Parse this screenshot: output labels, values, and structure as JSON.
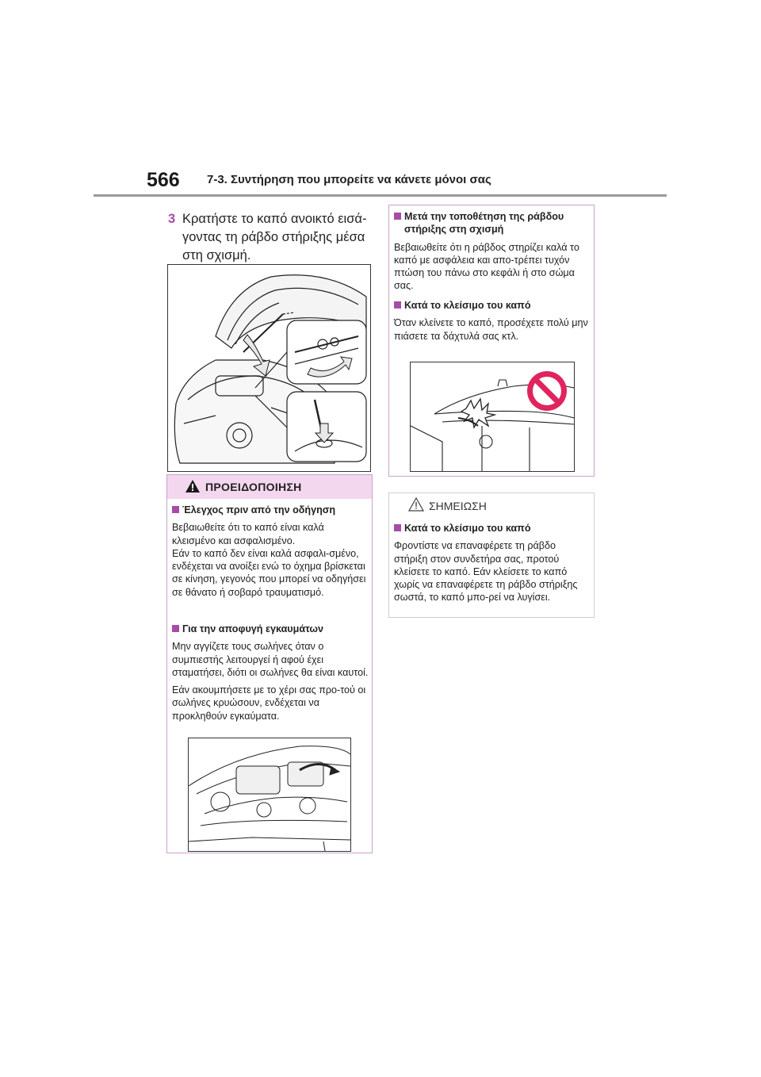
{
  "header": {
    "page_number": "566",
    "section_title": "7-3. Συντήρηση που μπορείτε να κάνετε μόνοι σας"
  },
  "step": {
    "number": "3",
    "text": "Κρατήστε το καπό ανοικτό εισά-γοντας τη ράβδο στήριξης μέσα στη σχισμή."
  },
  "warning": {
    "title": "ΠΡΟΕΙΔΟΠΟΙΗΣΗ",
    "sections": [
      {
        "heading": "Έλεγχος πριν από την οδήγηση",
        "paragraphs": [
          "Βεβαιωθείτε ότι το καπό είναι καλά κλεισμένο και ασφαλισμένο.",
          "Εάν το καπό δεν είναι καλά ασφαλι-σμένο, ενδέχεται να ανοίξει ενώ το όχημα βρίσκεται σε κίνηση, γεγονός που μπορεί να οδηγήσει σε θάνατο ή σοβαρό τραυματισμό."
        ]
      },
      {
        "heading": "Για την αποφυγή εγκαυμάτων",
        "paragraphs": [
          "Μην αγγίζετε τους σωλήνες όταν ο συμπιεστής λειτουργεί ή αφού έχει σταματήσει, διότι οι σωλήνες θα είναι καυτοί.",
          "Εάν ακουμπήσετε με το χέρι σας προ-τού οι σωλήνες κρυώσουν, ενδέχεται να προκληθούν εγκαύματα."
        ]
      }
    ]
  },
  "right_box": {
    "sections": [
      {
        "heading": "Μετά την τοποθέτηση της ράβδου στήριξης στη σχισμή",
        "paragraphs": [
          "Βεβαιωθείτε ότι η ράβδος στηρίζει καλά το καπό με ασφάλεια και απο-τρέπει τυχόν πτώση του πάνω στο κεφάλι ή στο σώμα σας."
        ]
      },
      {
        "heading": "Κατά το κλείσιμο του καπό",
        "paragraphs": [
          "Όταν κλείνετε το καπό, προσέχετε πολύ μην πιάσετε τα δάχτυλά σας κτλ."
        ]
      }
    ]
  },
  "note": {
    "title": "ΣΗΜΕΙΩΣΗ",
    "sections": [
      {
        "heading": "Κατά το κλείσιμο του καπό",
        "paragraphs": [
          "Φροντίστε να επαναφέρετε τη ράβδο στήριξη στον συνδετήρα σας, προτού κλείσετε το καπό. Εάν κλείσετε το καπό χωρίς να επαναφέρετε τη ράβδο στήριξης σωστά, το καπό μπο-ρεί να λυγίσει."
        ]
      }
    ]
  },
  "colors": {
    "accent": "#a64ca6",
    "warning_header_bg": "#f3d7ee",
    "prohibition_red": "#e0245e"
  },
  "icons": {
    "warning": "warning-triangle-icon",
    "note": "note-triangle-icon",
    "prohibited": "prohibited-icon"
  }
}
